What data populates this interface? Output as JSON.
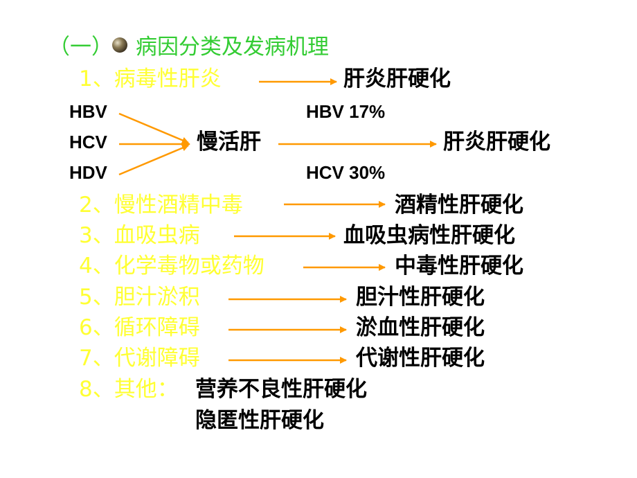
{
  "heading": {
    "prefix": "（一）",
    "title": "病因分类及发病机理"
  },
  "colors": {
    "heading": "#33cc33",
    "items": "#ffff33",
    "results": "#000000",
    "arrow": "#ff9900"
  },
  "item1": {
    "label": "1、病毒性肝炎",
    "result": "肝炎肝硬化"
  },
  "viral": {
    "hbv": "HBV",
    "hcv": "HCV",
    "hdv": "HDV",
    "middle": "慢活肝",
    "stat_hbv": "HBV   17%",
    "stat_hcv": "HCV   30%",
    "result": "肝炎肝硬化"
  },
  "items": [
    {
      "label": "2、慢性酒精中毒",
      "result": "酒精性肝硬化"
    },
    {
      "label": "3、血吸虫病",
      "result": "血吸虫病性肝硬化"
    },
    {
      "label": "4、化学毒物或药物",
      "result": "中毒性肝硬化"
    },
    {
      "label": "5、胆汁淤积",
      "result": "胆汁性肝硬化"
    },
    {
      "label": "6、循环障碍",
      "result": "淤血性肝硬化"
    },
    {
      "label": "7、代谢障碍",
      "result": "代谢性肝硬化"
    }
  ],
  "item8": {
    "label": "8、其他：",
    "result_a": "营养不良性肝硬化",
    "result_b": "隐匿性肝硬化"
  },
  "icons": {
    "bullet": "sphere-bullet-icon"
  }
}
